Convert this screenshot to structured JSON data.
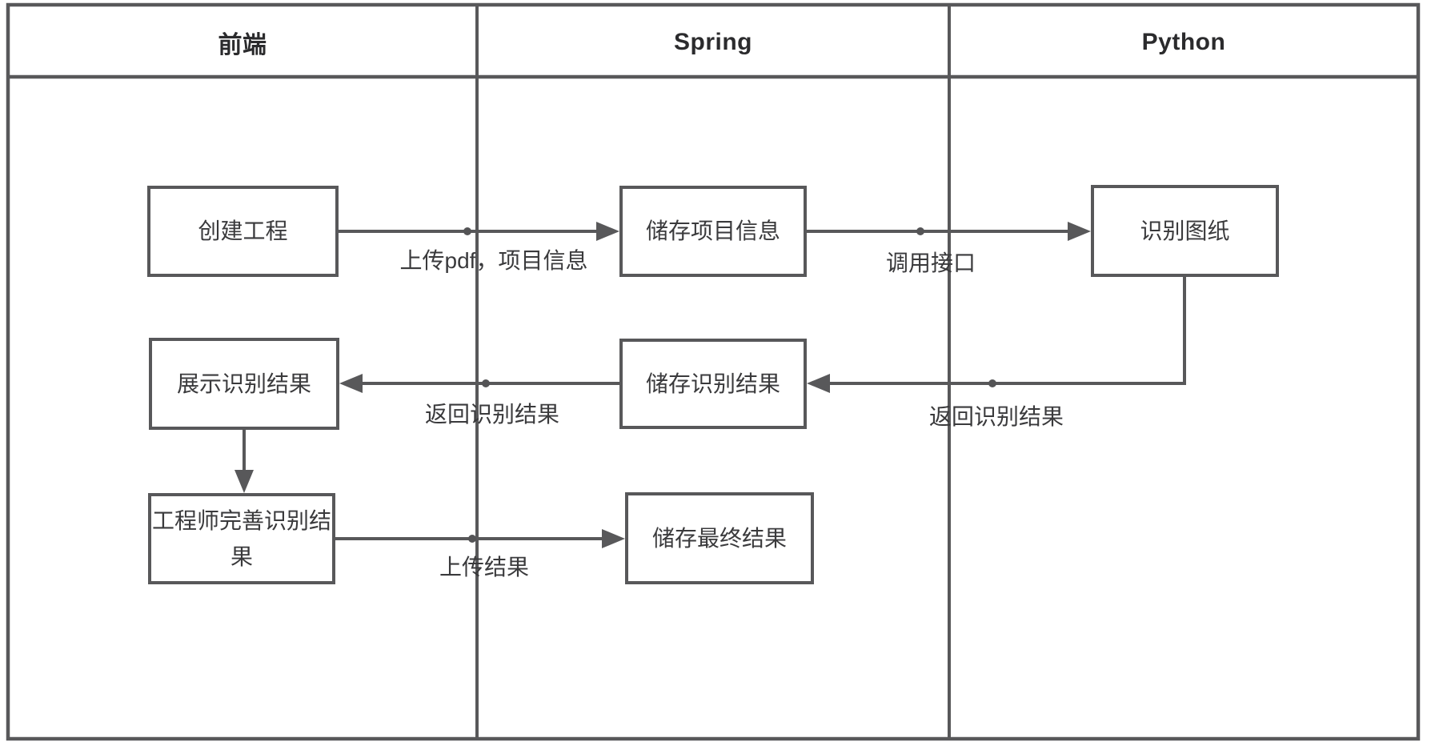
{
  "diagram": {
    "lanes": [
      {
        "title": "前端"
      },
      {
        "title": "Spring"
      },
      {
        "title": "Python"
      }
    ],
    "nodes": {
      "create_project": "创建工程",
      "store_project_info": "储存项目信息",
      "recognize_drawing": "识别图纸",
      "show_recognition_result": "展示识别结果",
      "store_recognition_result": "储存识别结果",
      "engineer_refine_result": "工程师完善识别结果",
      "store_final_result": "储存最终结果"
    },
    "edge_labels": {
      "upload_pdf_info": "上传pdf，项目信息",
      "call_api": "调用接口",
      "return_result_to_spring": "返回识别结果",
      "return_result_to_front": "返回识别结果",
      "upload_result": "上传结果"
    },
    "colors": {
      "line": "#58585a",
      "node_text": "#3a3a3c",
      "header_text": "#2b2b2d",
      "background": "#ffffff"
    }
  }
}
